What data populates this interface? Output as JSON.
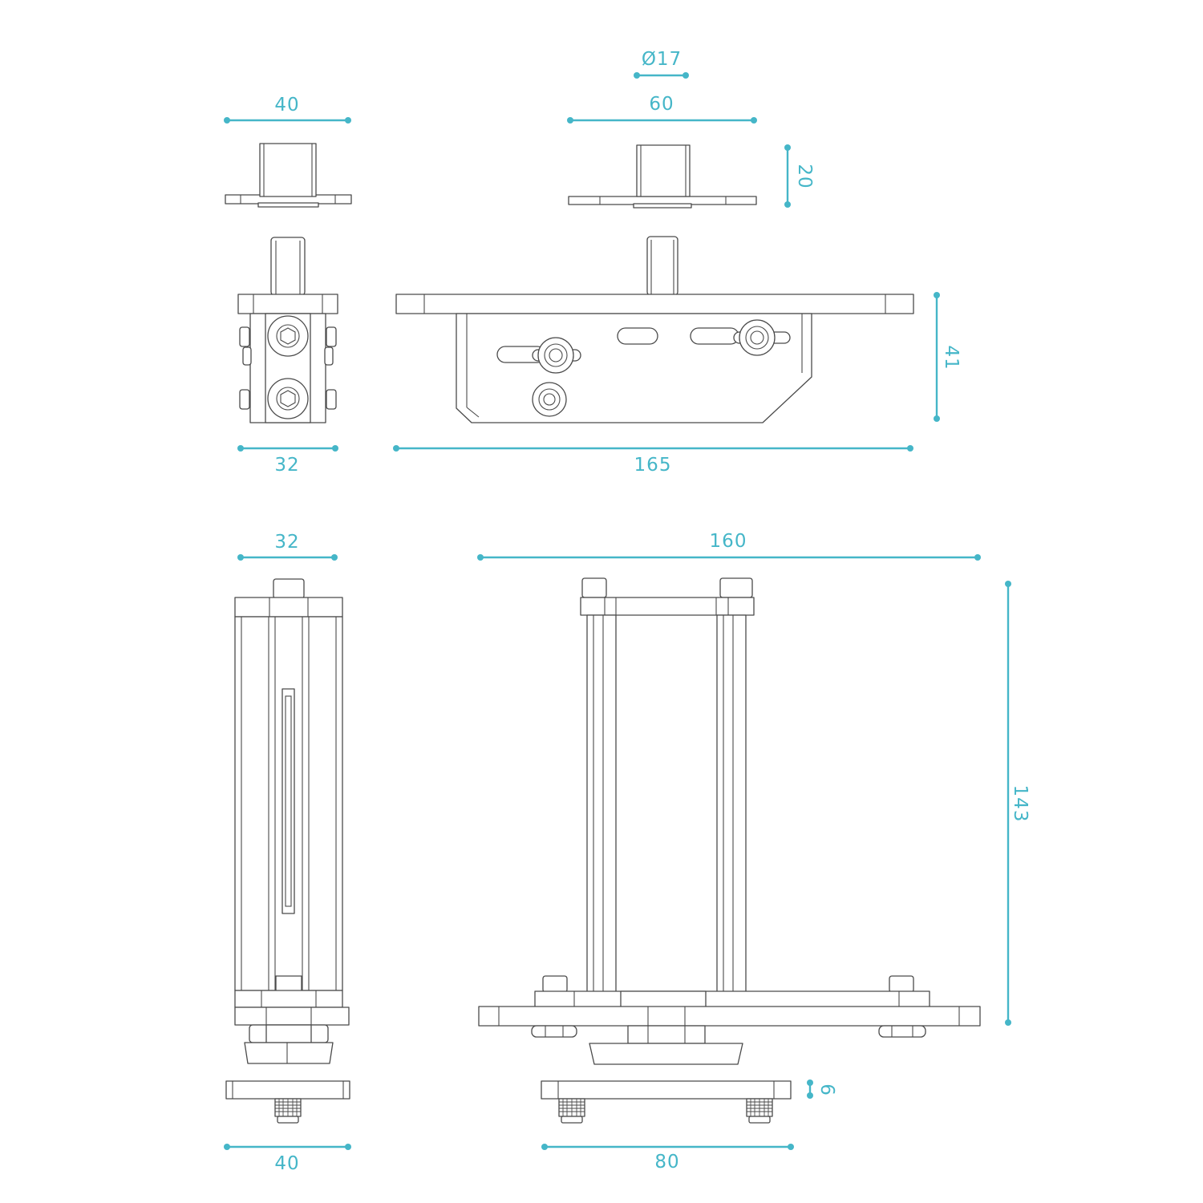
{
  "theme": {
    "line_color": "#4a4a4a",
    "dimension_color": "#45b6c8"
  },
  "dimensions": {
    "top_left_width": "40",
    "top_right_width": "60",
    "pin_diameter": "Ø17",
    "pin_height": "20",
    "side_width": "32",
    "body_length": "165",
    "body_height": "41",
    "lower_side_width": "32",
    "frame_width": "160",
    "frame_height": "143",
    "foot_thickness": "6",
    "foot_width_left": "40",
    "foot_width_right": "80"
  }
}
